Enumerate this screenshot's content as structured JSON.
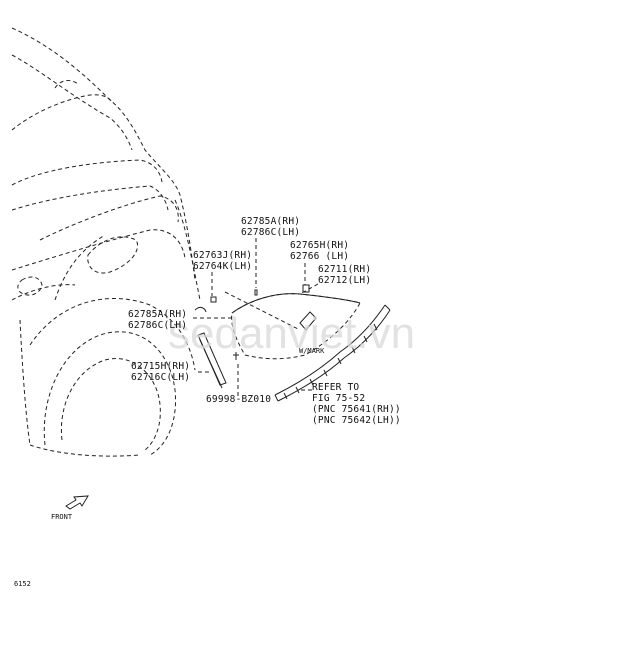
{
  "watermark": "sedanviet.vn",
  "labels": {
    "pn_62785A": "62785A(RH)",
    "pn_62786C": "62786C(LH)",
    "pn_62765H": "62765H(RH)",
    "pn_62766": "62766 (LH)",
    "pn_62763J": "62763J(RH)",
    "pn_62764K": "62764K(LH)",
    "pn_62711": "62711(RH)",
    "pn_62712": "62712(LH)",
    "pn_62785A_2": "62785A(RH)",
    "pn_62786C_2": "62786C(LH)",
    "pn_62715H": "62715H(RH)",
    "pn_62716C": "62716C(LH)",
    "pn_69998": "69998-BZ010",
    "wmark": "W/MARK",
    "refer_1": "REFER TO",
    "refer_2": "FIG 75-52",
    "refer_3": "(PNC 75641(RH))",
    "refer_4": "(PNC 75642(LH))",
    "front": "FRONT",
    "fig_no": "6152"
  }
}
